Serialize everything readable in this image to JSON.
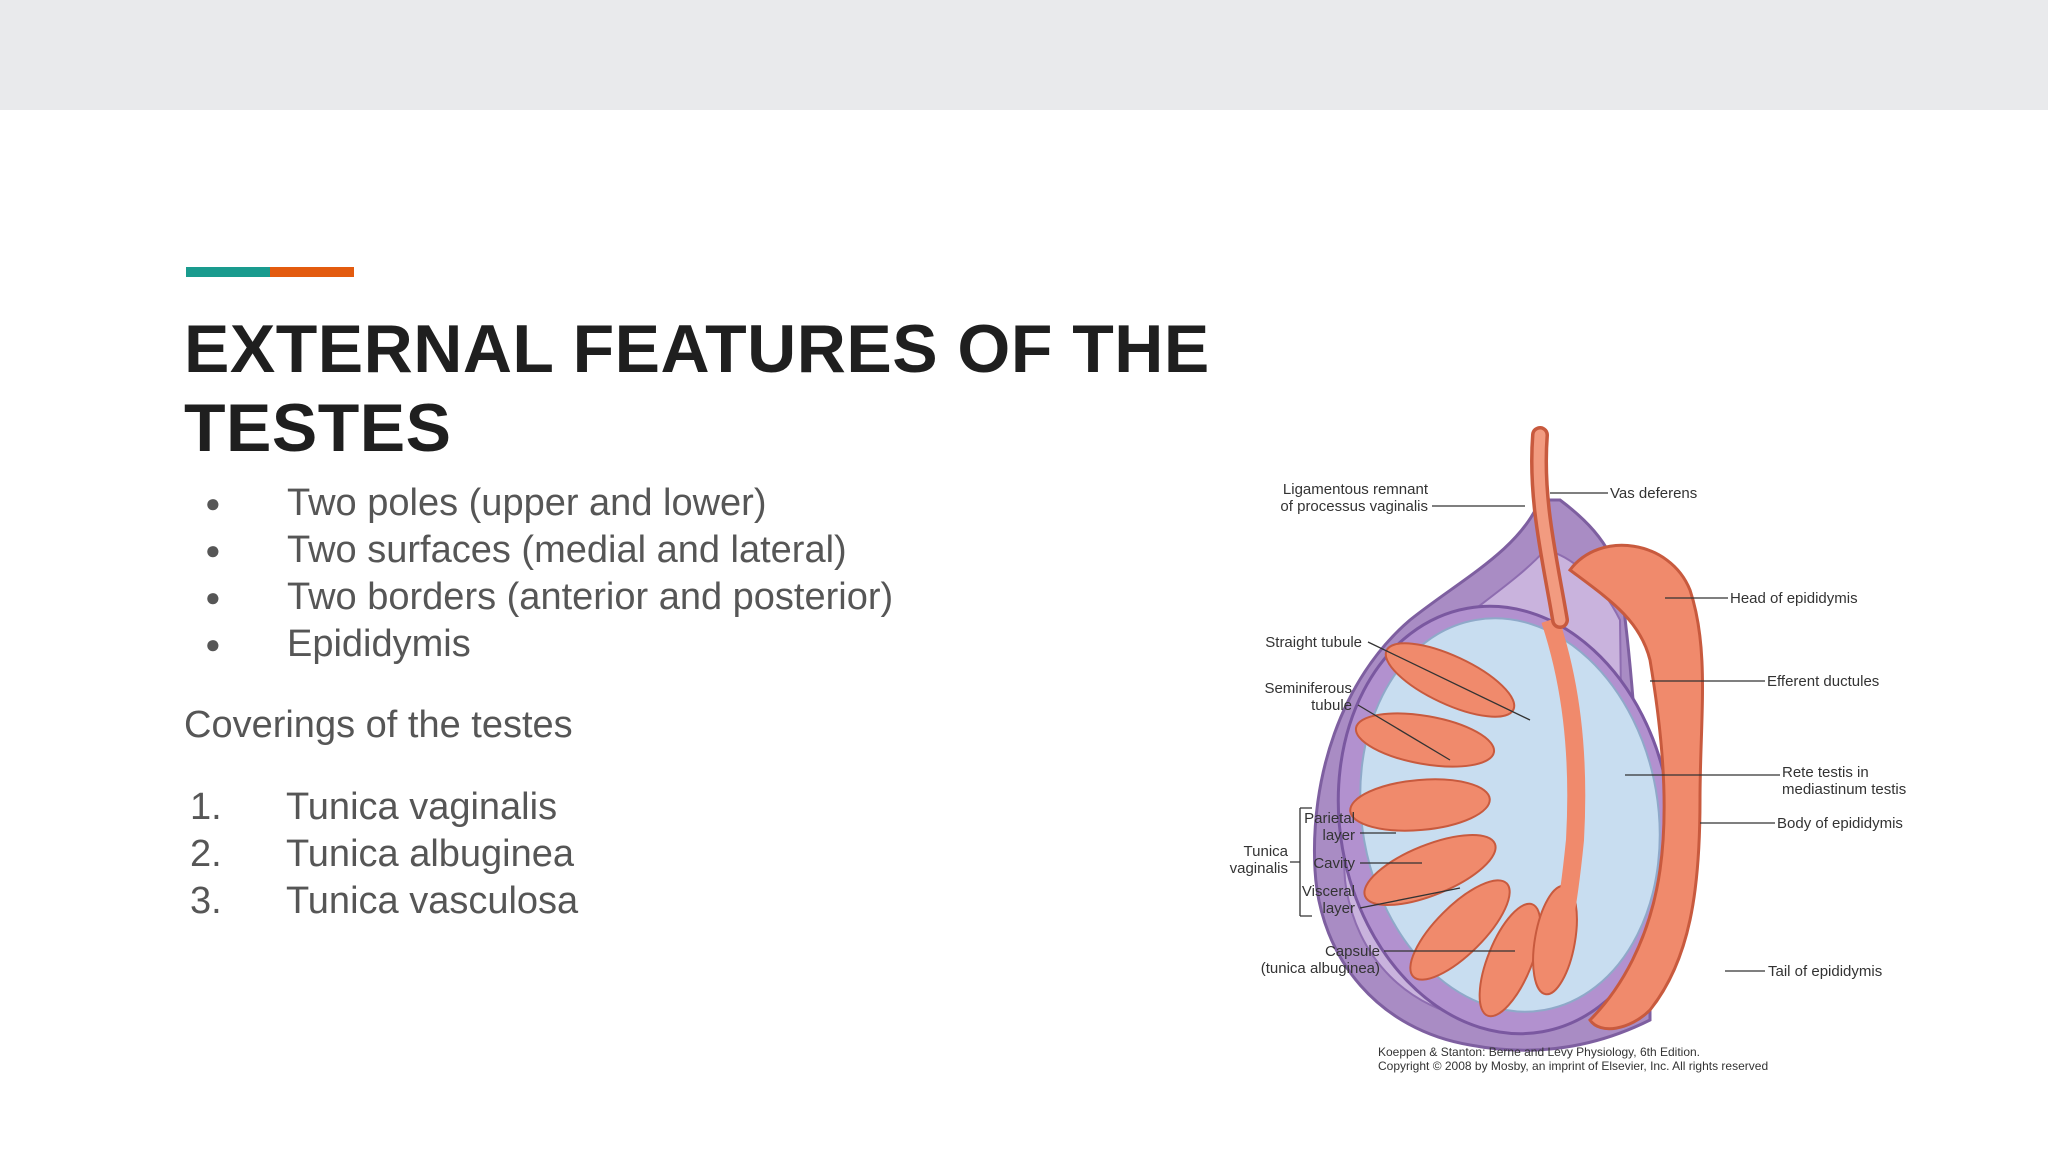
{
  "colors": {
    "teal": "#1a9b8e",
    "orange": "#e35b0f",
    "title": "#1f1f1f",
    "body": "#565656",
    "topbar": "#e9eaec"
  },
  "slide": {
    "title": "EXTERNAL FEATURES OF THE TESTES",
    "bullets": [
      "Two poles (upper and lower)",
      "Two surfaces (medial and lateral)",
      "Two borders (anterior and posterior)",
      "Epididymis"
    ],
    "bullet_glyph": "●",
    "subheading": "Coverings of the testes",
    "numbered": [
      {
        "num": "1.",
        "text": "Tunica vaginalis"
      },
      {
        "num": "2.",
        "text": "Tunica albuginea"
      },
      {
        "num": "3.",
        "text": "Tunica vasculosa"
      }
    ]
  },
  "figure": {
    "labels": {
      "ligamentous_1": "Ligamentous remnant",
      "ligamentous_2": "of processus vaginalis",
      "vas_deferens": "Vas deferens",
      "head_epididymis": "Head of epididymis",
      "straight_tubule": "Straight tubule",
      "seminiferous_1": "Seminiferous",
      "seminiferous_2": "tubule",
      "efferent_ductules": "Efferent ductules",
      "rete_1": "Rete testis in",
      "rete_2": "mediastinum testis",
      "body_epididymis": "Body of epididymis",
      "parietal_1": "Parietal",
      "parietal_2": "layer",
      "tunica_1": "Tunica",
      "tunica_2": "vaginalis",
      "cavity": "Cavity",
      "visceral_1": "Visceral",
      "visceral_2": "layer",
      "capsule_1": "Capsule",
      "capsule_2": "(tunica albuginea)",
      "tail_epididymis": "Tail of epididymis",
      "credit_1": "Koeppen & Stanton: Berne and Levy Physiology, 6th Edition.",
      "credit_2": "Copyright © 2008 by Mosby, an imprint of Elsevier, Inc. All rights reserved"
    }
  }
}
